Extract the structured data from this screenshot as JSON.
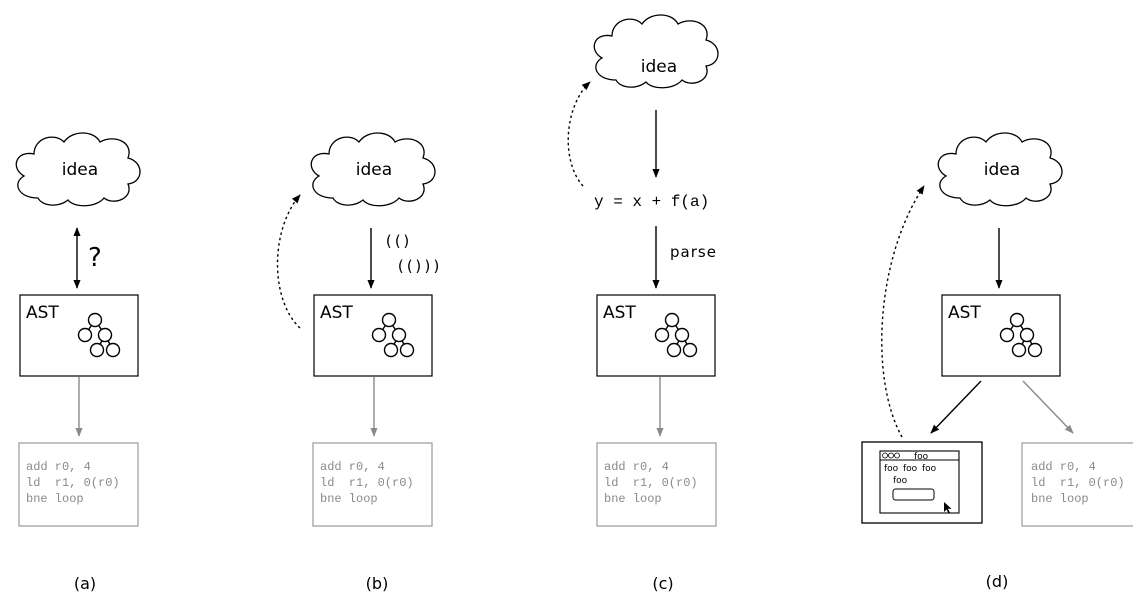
{
  "panels": [
    {
      "id": "a",
      "caption": "(a)",
      "idea": "idea",
      "ast": "AST",
      "relation": "?",
      "code": [
        "add r0, 4",
        "ld  r1, 0(r0)",
        "bne loop"
      ]
    },
    {
      "id": "b",
      "caption": "(b)",
      "idea": "idea",
      "ast": "AST",
      "parens": [
        "(()",
        "(()))"
      ],
      "code": [
        "add r0, 4",
        "ld  r1, 0(r0)",
        "bne loop"
      ]
    },
    {
      "id": "c",
      "caption": "(c)",
      "idea": "idea",
      "ast": "AST",
      "expression": "y = x + f(a)",
      "parse_label": "parse",
      "code": [
        "add r0, 4",
        "ld  r1, 0(r0)",
        "bne loop"
      ]
    },
    {
      "id": "d",
      "caption": "(d)",
      "idea": "idea",
      "ast": "AST",
      "ui_window": {
        "title": "foo",
        "buttons": "OOO",
        "menu": [
          "foo",
          "foo",
          "foo"
        ],
        "body_label": "foo"
      },
      "code": [
        "add r0, 4",
        "ld  r1, 0(r0)",
        "bne loop"
      ]
    }
  ],
  "colors": {
    "ink": "#000000",
    "code_gray": "#8a8a8a",
    "arrow_gray": "#8a8a8a",
    "box_gray": "#9a9a9a"
  }
}
